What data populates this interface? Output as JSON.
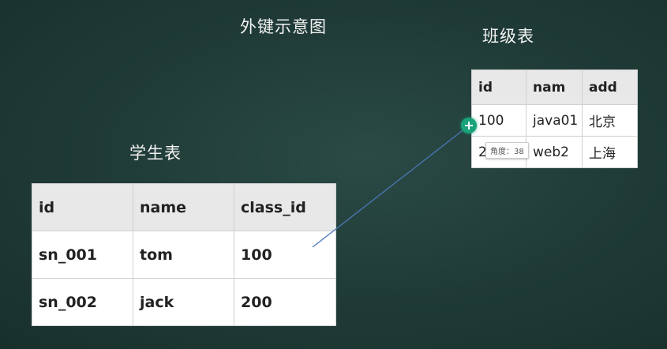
{
  "diagram_title": "外键示意图",
  "class_table": {
    "title": "班级表",
    "headers": [
      "id",
      "nam",
      "add"
    ],
    "rows": [
      [
        "100",
        "java01",
        "北京"
      ],
      [
        "2",
        "web2",
        "上海"
      ]
    ]
  },
  "student_table": {
    "title": "学生表",
    "headers": [
      "id",
      "name",
      "class_id"
    ],
    "rows": [
      [
        "sn_001",
        "tom",
        "100"
      ],
      [
        "sn_002",
        "jack",
        "200"
      ]
    ]
  },
  "angle_tooltip": "角度：38",
  "colors": {
    "background": "#1f3a36",
    "connector_line": "#4a78b8",
    "cursor": "#1aa37a"
  }
}
